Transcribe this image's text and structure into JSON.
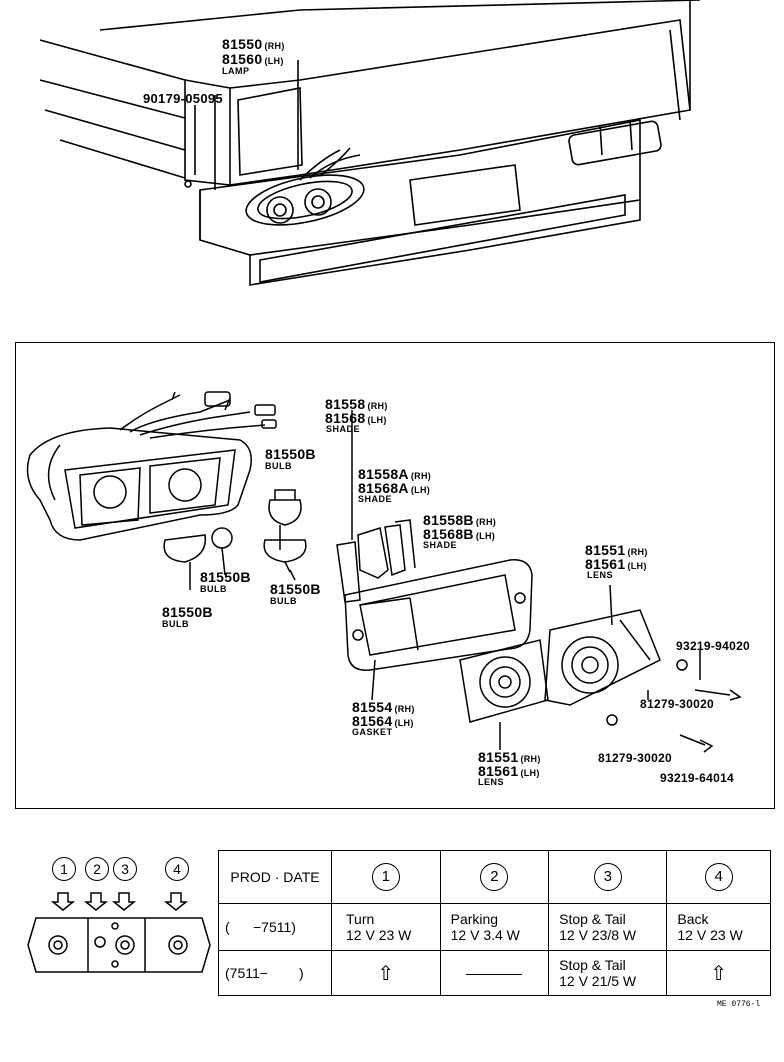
{
  "top": {
    "lamp_rh": "81550",
    "lamp_rh_side": "(RH)",
    "lamp_lh": "81560",
    "lamp_lh_side": "(LH)",
    "lamp_name": "LAMP",
    "screw": "90179-05095"
  },
  "parts": {
    "shade1_rh": "81558",
    "shade1_rh_side": "(RH)",
    "shade1_lh": "81568",
    "shade1_lh_side": "(LH)",
    "shade1_name": "SHADE",
    "shadeA_rh": "81558A",
    "shadeA_rh_side": "(RH)",
    "shadeA_lh": "81568A",
    "shadeA_lh_side": "(LH)",
    "shadeA_name": "SHADE",
    "shadeB_rh": "81558B",
    "shadeB_rh_side": "(RH)",
    "shadeB_lh": "81568B",
    "shadeB_lh_side": "(LH)",
    "shadeB_name": "SHADE",
    "bulb_top": "81550B",
    "bulb_top_name": "BULB",
    "bulb_mid": "81550B",
    "bulb_mid_name": "BULB",
    "bulb_right": "81550B",
    "bulb_right_name": "BULB",
    "bulb_left": "81550B",
    "bulb_left_name": "BULB",
    "lens_top_rh": "81551",
    "lens_top_rh_side": "(RH)",
    "lens_top_lh": "81561",
    "lens_top_lh_side": "(LH)",
    "lens_top_name": "LENS",
    "gasket_rh": "81554",
    "gasket_rh_side": "(RH)",
    "gasket_lh": "81564",
    "gasket_lh_side": "(LH)",
    "gasket_name": "GASKET",
    "lens_bot_rh": "81551",
    "lens_bot_rh_side": "(RH)",
    "lens_bot_lh": "81561",
    "lens_bot_lh_side": "(LH)",
    "lens_bot_name": "LENS",
    "screw_top": "93219-94020",
    "washer_top": "81279-30020",
    "washer_bot": "81279-30020",
    "screw_bot": "93219-64014"
  },
  "legend": {
    "n1": "1",
    "n2": "2",
    "n3": "3",
    "n4": "4"
  },
  "table": {
    "header": [
      "PROD · DATE",
      "1",
      "2",
      "3",
      "4"
    ],
    "row1": {
      "date": "(      −7511)",
      "c1_name": "Turn",
      "c1_spec": "12 V 23 W",
      "c2_name": "Parking",
      "c2_spec": "12 V 3.4 W",
      "c3_name": "Stop & Tail",
      "c3_spec": "12 V 23/8 W",
      "c4_name": "Back",
      "c4_spec": "12 V 23 W"
    },
    "row2": {
      "date": "(7511−        )",
      "c1_sym": "⇧",
      "c2_sym": "",
      "c3_name": "Stop & Tail",
      "c3_spec": "12 V 21/5 W",
      "c4_sym": "⇧"
    }
  },
  "footer_code": "ME  0776-l"
}
